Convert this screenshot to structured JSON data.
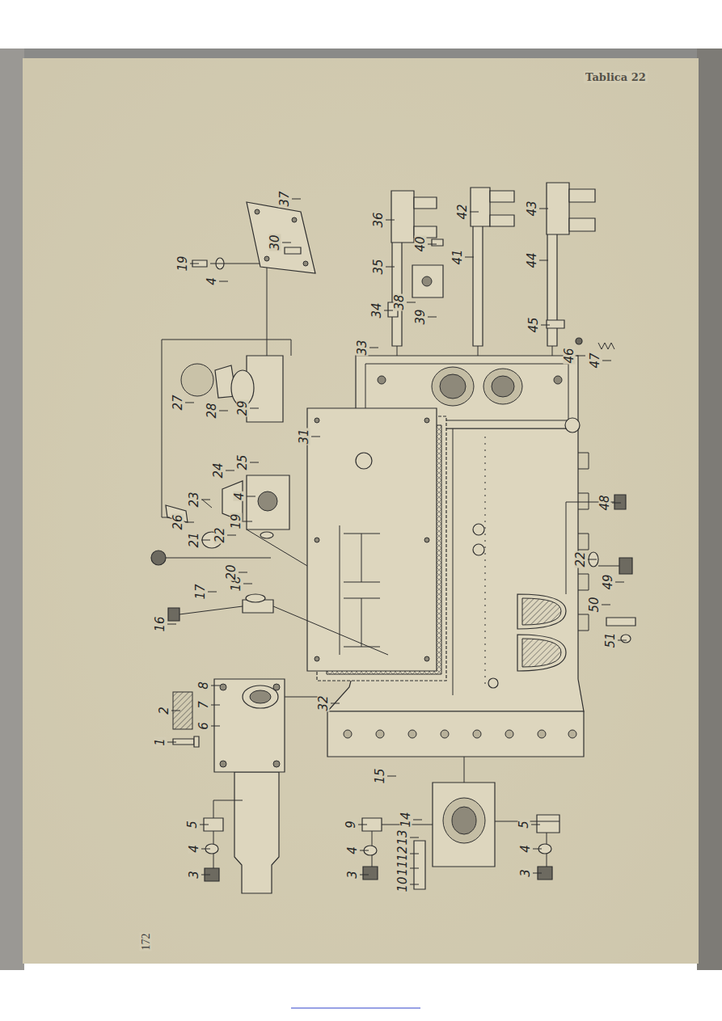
{
  "diagram": {
    "title": "Tablica 22",
    "labels": [
      "1",
      "2",
      "8",
      "7",
      "6",
      "5",
      "4",
      "3",
      "16",
      "17",
      "18",
      "20",
      "19",
      "4",
      "22",
      "21",
      "23",
      "24",
      "25",
      "26",
      "27",
      "28",
      "29",
      "19",
      "4",
      "30",
      "37",
      "31",
      "32",
      "33",
      "34",
      "35",
      "36",
      "38",
      "39",
      "40",
      "41",
      "42",
      "43",
      "44",
      "45",
      "46",
      "47",
      "48",
      "22",
      "49",
      "50",
      "51",
      "15",
      "9",
      "4",
      "3",
      "14",
      "13",
      "12",
      "11",
      "10",
      "5",
      "4",
      "3",
      "172"
    ]
  }
}
